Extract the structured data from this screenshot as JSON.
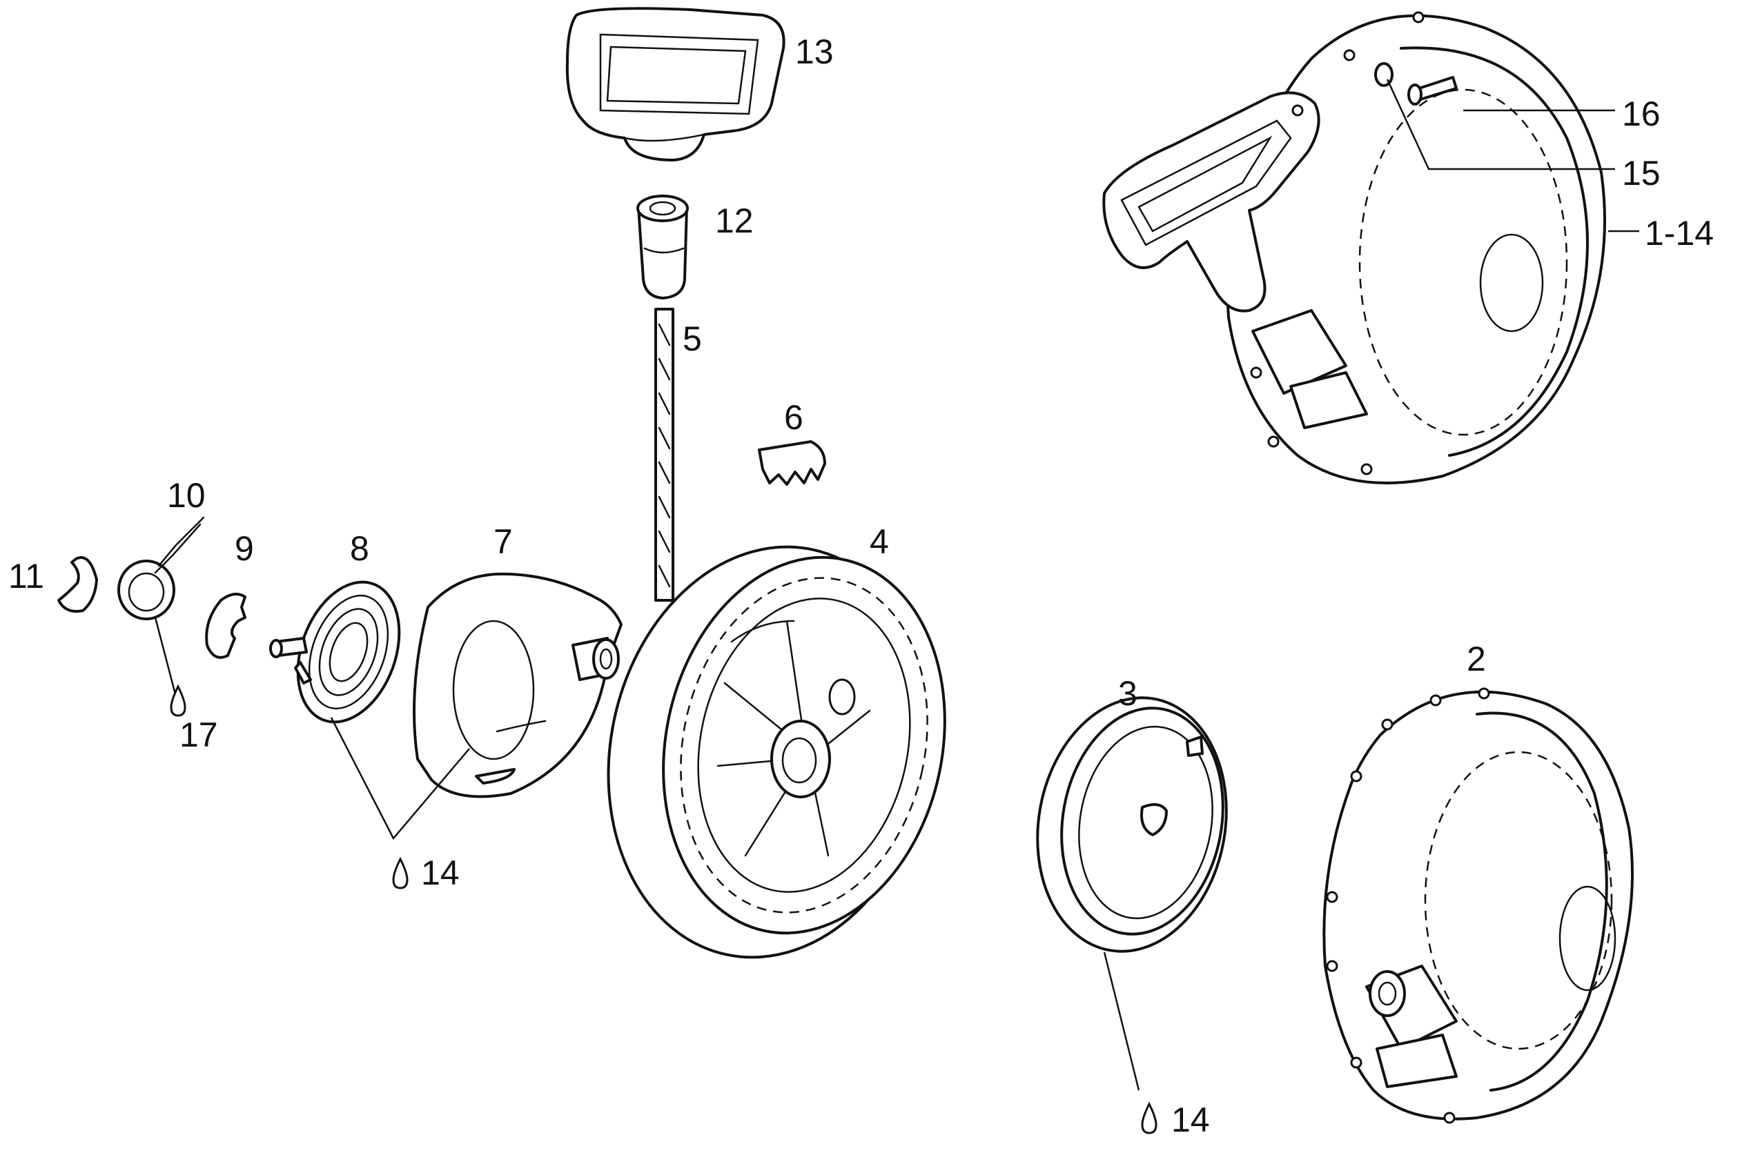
{
  "labels": {
    "l1_14": "1-14",
    "l2": "2",
    "l3": "3",
    "l4": "4",
    "l5": "5",
    "l6": "6",
    "l7": "7",
    "l8": "8",
    "l9": "9",
    "l10": "10",
    "l11": "11",
    "l12": "12",
    "l13": "13",
    "l14_a": "14",
    "l14_b": "14",
    "l15": "15",
    "l16": "16",
    "l17": "17"
  },
  "icons": {
    "lubricant": "oil-drop-icon"
  }
}
